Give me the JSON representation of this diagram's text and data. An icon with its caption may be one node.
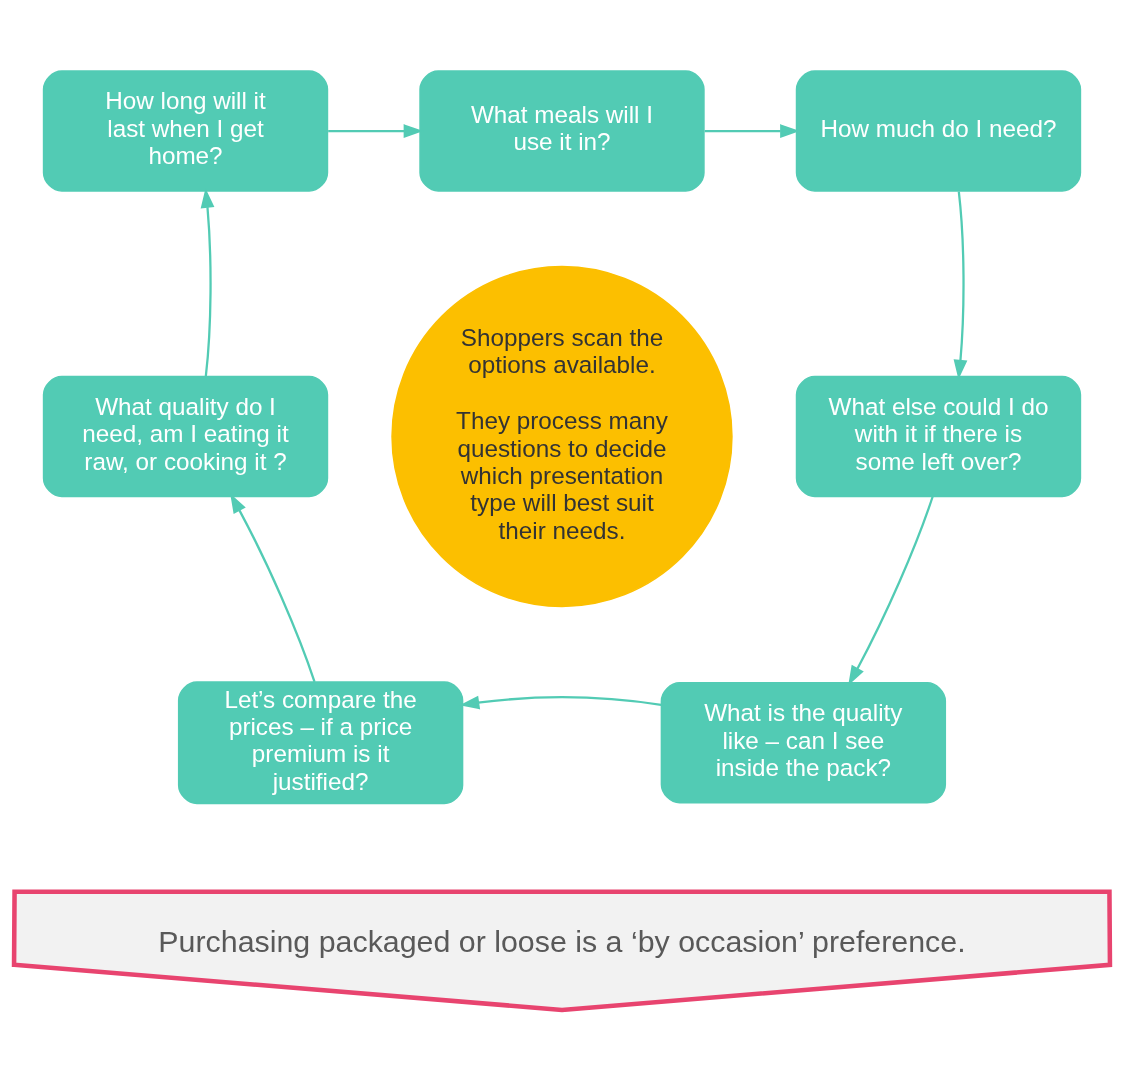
{
  "diagram": {
    "nodes": [
      {
        "text": [
          "What meals will I use it in?"
        ]
      },
      {
        "text": [
          "How much do I need?"
        ]
      },
      {
        "text": [
          "What else could I do with it if there is some left over?"
        ]
      },
      {
        "text": [
          "What is the quality like – can I see inside the pack?"
        ]
      },
      {
        "text": [
          "Let’s compare the prices – if a price premium is it justified?"
        ]
      },
      {
        "text": [
          "What quality do I need, am I eating it raw, or cooking it ?"
        ]
      },
      {
        "text": [
          "How long will it last when I get home?"
        ]
      },
      {
        "text": [
          "Shoppers scan the options available.",
          "They process many questions to decide which presentation type will best suit their needs."
        ]
      },
      {
        "text": [
          "Purchasing packaged or loose is a ‘by occasion’ preference."
        ]
      }
    ],
    "edges": [
      {
        "from": 0,
        "to": 1,
        "arrow": "to"
      },
      {
        "from": 1,
        "to": 2,
        "arrow": "to"
      },
      {
        "from": 2,
        "to": 3,
        "arrow": "to"
      },
      {
        "from": 3,
        "to": 4,
        "arrow": "to"
      },
      {
        "from": 4,
        "to": 5,
        "arrow": "to"
      },
      {
        "from": 5,
        "to": 6,
        "arrow": "to"
      },
      {
        "from": 6,
        "to": 0,
        "arrow": "to"
      }
    ]
  }
}
